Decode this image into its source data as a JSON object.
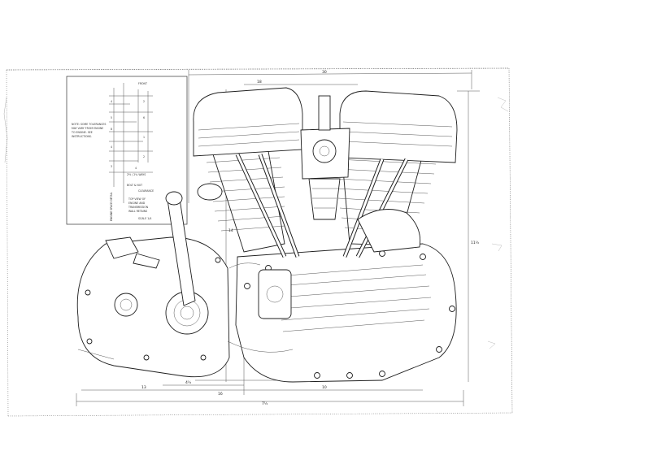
{
  "sheet": {
    "paper_color": "#ffffff",
    "ink_color": "#222222"
  },
  "labels": {
    "front": "FRONT",
    "note": [
      "NOTE: SOME TOLERANCES",
      "MAY VARY FROM ENGINE",
      "TO ENGINE. SEE",
      "INSTRUCTIONS."
    ],
    "dim_a": "2½ / 2¾ WAYS",
    "dim_b": "BOLT & NUT",
    "cable_ref": "CLEARANCE",
    "top_note": [
      "TOP VIEW OF",
      "ENGINE AND",
      "TRANSMISSION",
      "WALL RETAINS"
    ],
    "side_caption": "ENGINE SPACE DETAIL",
    "scale": "SCALE 1/4",
    "inset_dims": [
      "4",
      "2",
      "5",
      "6",
      "8",
      "1",
      "4",
      "2",
      "3",
      "4"
    ]
  },
  "dimensions": {
    "overall_width": "30",
    "top_span": "18",
    "height": "14",
    "bottom": [
      "13",
      "16",
      "10",
      "7½",
      "4½"
    ],
    "right_height": "11½"
  }
}
